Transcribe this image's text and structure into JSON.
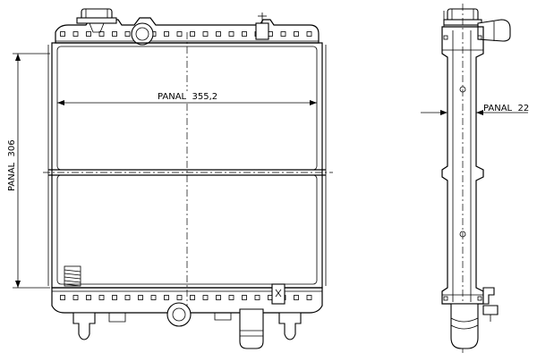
{
  "dimensions": {
    "width_label": "PANAL  355,2",
    "height_label": "PANAL  306",
    "depth_label": "PANAL  22"
  }
}
